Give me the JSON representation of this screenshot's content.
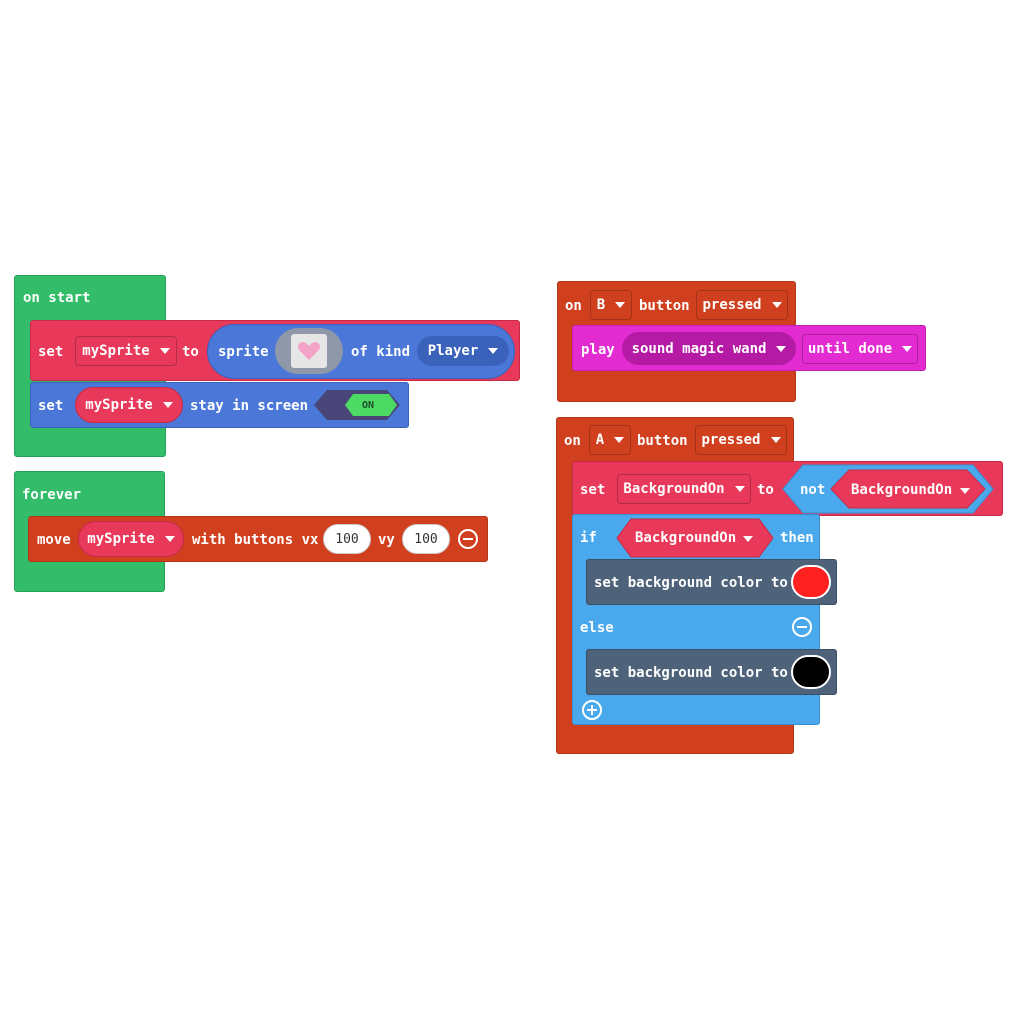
{
  "colors": {
    "green": "#33bd6b",
    "orange": "#d0401f",
    "red": "#e8395a",
    "blue": "#4b78d8",
    "magenta": "#e22bd0",
    "light_blue": "#4aa8ec",
    "slate": "#4e6279"
  },
  "on_start": {
    "hat": "on start",
    "set_sprite": {
      "set": "set",
      "var": "mySprite",
      "to": "to",
      "sprite": "sprite",
      "of_kind": "of kind",
      "kind": "Player",
      "image_icon": "heart-icon"
    },
    "stay": {
      "set": "set",
      "var": "mySprite",
      "label": "stay in screen",
      "toggle": "ON"
    }
  },
  "forever": {
    "hat": "forever",
    "move": {
      "move": "move",
      "var": "mySprite",
      "with": "with buttons vx",
      "vx": "100",
      "vy_label": "vy",
      "vy": "100"
    }
  },
  "on_b": {
    "on": "on",
    "button": "B",
    "button_label": "button",
    "event": "pressed",
    "play": {
      "play": "play",
      "sound": "sound magic wand",
      "mode": "until done"
    }
  },
  "on_a": {
    "on": "on",
    "button": "A",
    "button_label": "button",
    "event": "pressed",
    "set": {
      "set": "set",
      "var": "BackgroundOn",
      "to": "to",
      "not": "not",
      "var2": "BackgroundOn"
    },
    "if_block": {
      "if": "if",
      "cond": "BackgroundOn",
      "then": "then",
      "else": "else",
      "stmt1": "set background color to",
      "color1": "#ff2020",
      "stmt2": "set background color to",
      "color2": "#000000"
    }
  }
}
